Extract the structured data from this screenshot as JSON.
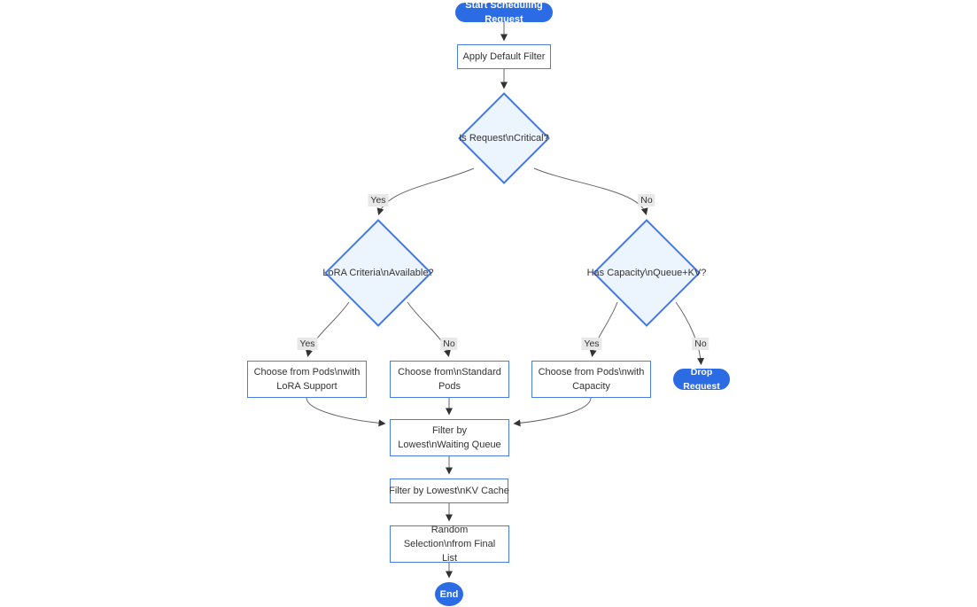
{
  "diagram": {
    "type": "flowchart",
    "direction": "top-down",
    "colors": {
      "terminal_fill": "#2b6be3",
      "terminal_text": "#ffffff",
      "decision_fill": "#ecf4fd",
      "decision_border": "#4379e2",
      "process_fill": "#ffffff",
      "process_border": "#4a7de2",
      "node_text": "#333333",
      "edge_stroke": "#666666",
      "arrowhead": "#333333",
      "edge_label_bg": "#e8e8e8"
    },
    "nodes": {
      "start": {
        "label": "Start Scheduling Request",
        "shape": "pill"
      },
      "apply_default_filter": {
        "label": "Apply Default Filter",
        "shape": "rect"
      },
      "is_critical": {
        "label": "Is Request\\nCritical?",
        "shape": "diamond"
      },
      "lora_criteria": {
        "label": "LoRA Criteria\\nAvailable?",
        "shape": "diamond"
      },
      "has_capacity": {
        "label": "Has Capacity\\nQueue+KV?",
        "shape": "diamond"
      },
      "choose_lora_pods": {
        "label": "Choose from Pods\\nwith LoRA Support",
        "shape": "rect"
      },
      "choose_standard_pods": {
        "label": "Choose from\\nStandard Pods",
        "shape": "rect"
      },
      "choose_capacity_pods": {
        "label": "Choose from Pods\\nwith Capacity",
        "shape": "rect"
      },
      "drop_request": {
        "label": "Drop Request",
        "shape": "pill"
      },
      "filter_waiting_queue": {
        "label": "Filter by Lowest\\nWaiting Queue",
        "shape": "rect"
      },
      "filter_kv_cache": {
        "label": "Filter by Lowest\\nKV Cache",
        "shape": "rect"
      },
      "random_selection": {
        "label": "Random Selection\\nfrom Final List",
        "shape": "rect"
      },
      "end": {
        "label": "End",
        "shape": "circle"
      }
    },
    "edge_labels": {
      "critical_yes": "Yes",
      "critical_no": "No",
      "lora_yes": "Yes",
      "lora_no": "No",
      "capacity_yes": "Yes",
      "capacity_no": "No"
    },
    "edges": [
      {
        "from": "start",
        "to": "apply_default_filter",
        "label": ""
      },
      {
        "from": "apply_default_filter",
        "to": "is_critical",
        "label": ""
      },
      {
        "from": "is_critical",
        "to": "lora_criteria",
        "label": "Yes"
      },
      {
        "from": "is_critical",
        "to": "has_capacity",
        "label": "No"
      },
      {
        "from": "lora_criteria",
        "to": "choose_lora_pods",
        "label": "Yes"
      },
      {
        "from": "lora_criteria",
        "to": "choose_standard_pods",
        "label": "No"
      },
      {
        "from": "has_capacity",
        "to": "choose_capacity_pods",
        "label": "Yes"
      },
      {
        "from": "has_capacity",
        "to": "drop_request",
        "label": "No"
      },
      {
        "from": "choose_lora_pods",
        "to": "filter_waiting_queue",
        "label": ""
      },
      {
        "from": "choose_standard_pods",
        "to": "filter_waiting_queue",
        "label": ""
      },
      {
        "from": "choose_capacity_pods",
        "to": "filter_waiting_queue",
        "label": ""
      },
      {
        "from": "filter_waiting_queue",
        "to": "filter_kv_cache",
        "label": ""
      },
      {
        "from": "filter_kv_cache",
        "to": "random_selection",
        "label": ""
      },
      {
        "from": "random_selection",
        "to": "end",
        "label": ""
      }
    ]
  }
}
